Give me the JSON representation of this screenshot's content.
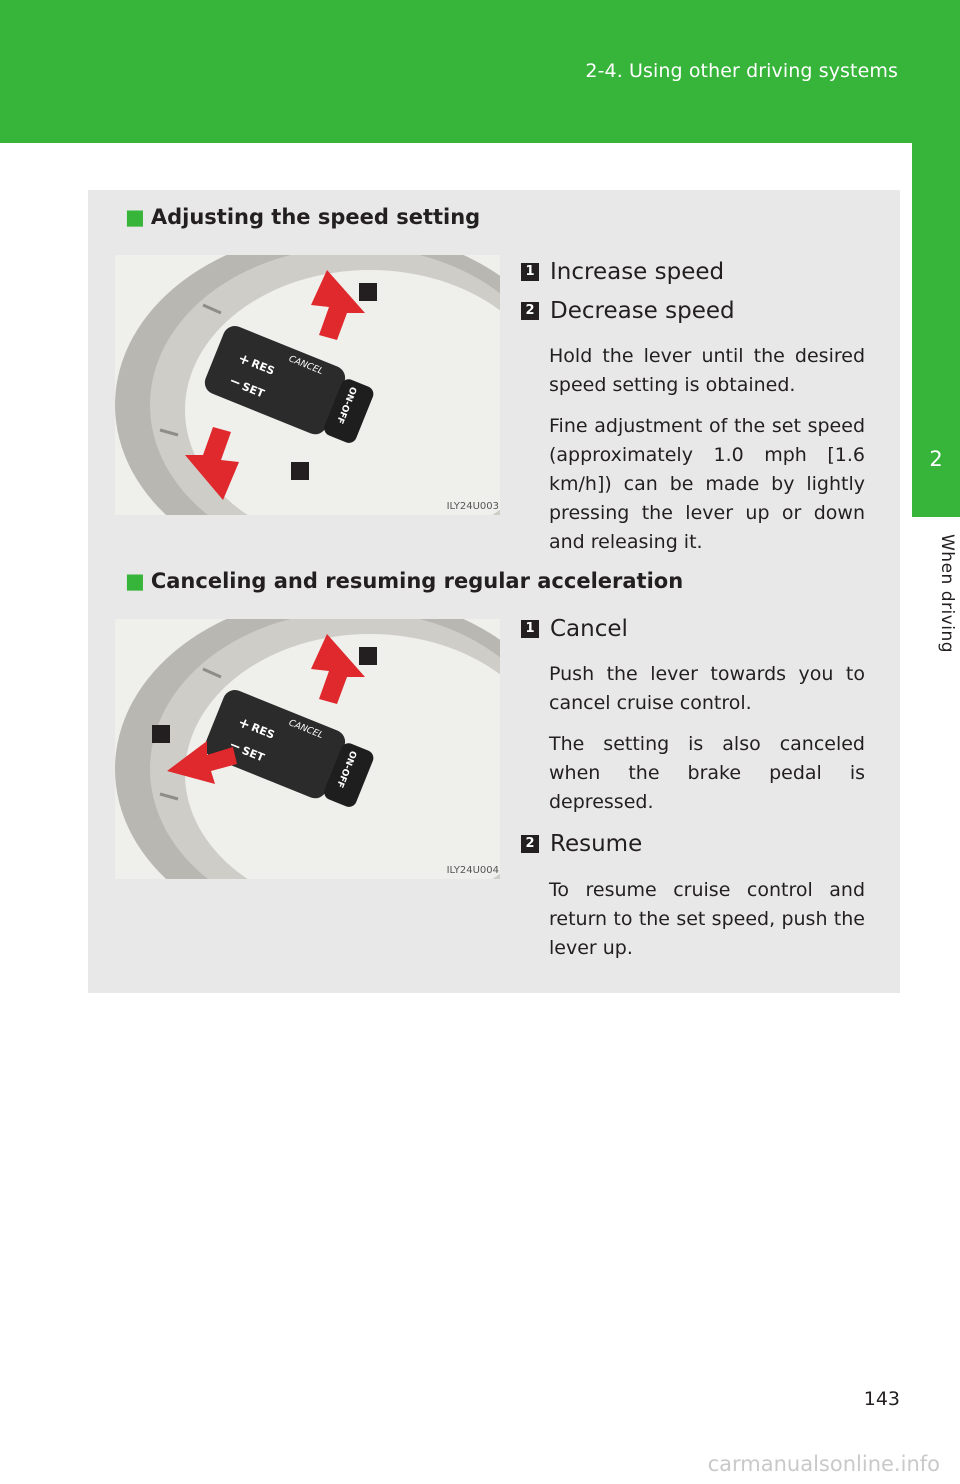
{
  "header": {
    "title": "2-4. Using other driving systems"
  },
  "side_tab": {
    "number": "2",
    "label": "When driving"
  },
  "section1": {
    "heading": "Adjusting the speed setting",
    "figure_code": "ILY24U003",
    "items": [
      {
        "num": "1",
        "title": "Increase speed"
      },
      {
        "num": "2",
        "title": "Decrease speed"
      }
    ],
    "paragraphs": [
      "Hold the lever until the desired speed setting is obtained.",
      "Fine adjustment of the set speed (approximately 1.0 mph [1.6 km/h]) can be made by lightly pressing the lever up or down and releasing it."
    ]
  },
  "section2": {
    "heading": "Canceling and resuming regular acceleration",
    "figure_code": "ILY24U004",
    "items": [
      {
        "num": "1",
        "title": "Cancel"
      },
      {
        "num": "2",
        "title": "Resume"
      }
    ],
    "paragraphs": [
      "Push the lever towards you to cancel cruise control.",
      "The setting is also canceled when the brake pedal is depressed.",
      "To resume cruise control and return to the set speed, push the lever up."
    ]
  },
  "lever_labels": {
    "cancel": "CANCEL",
    "res": "RES",
    "set": "SET",
    "onoff": "ON-OFF",
    "plus": "+",
    "minus": "−"
  },
  "page_number": "143",
  "watermark": "carmanualsonline.info",
  "colors": {
    "brand_green": "#37b43a",
    "panel_gray": "#e8e8e8",
    "arrow_red": "#e0292c"
  }
}
